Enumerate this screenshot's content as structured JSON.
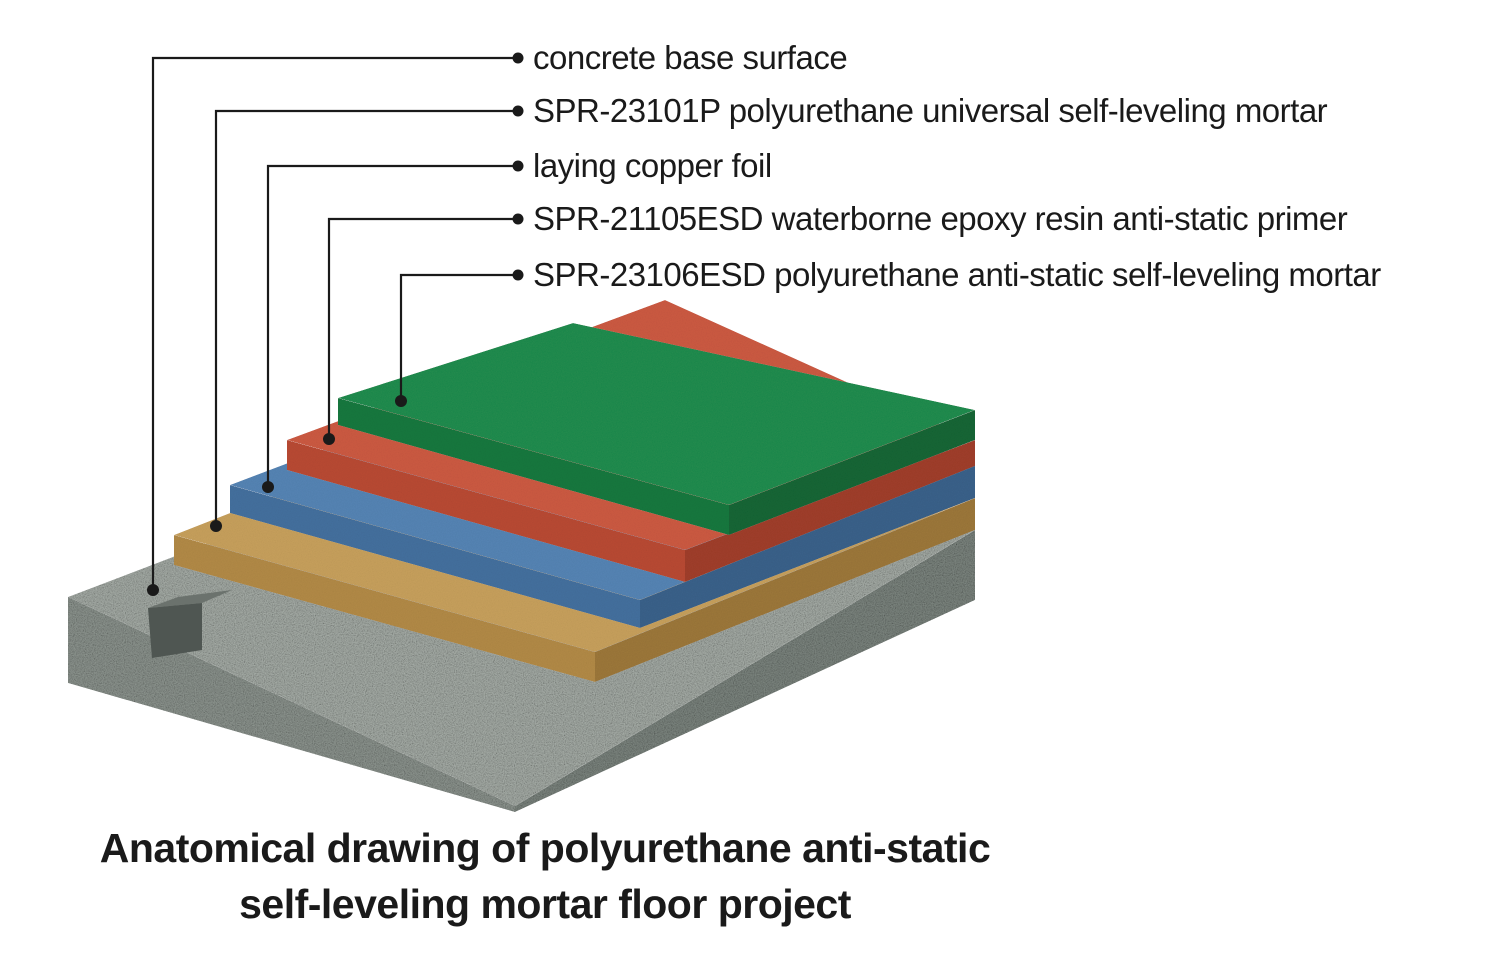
{
  "diagram": {
    "labels": [
      "concrete base surface",
      "SPR-23101P polyurethane universal self-leveling mortar",
      "laying copper foil",
      "SPR-21105ESD waterborne epoxy resin anti-static primer",
      "SPR-23106ESD polyurethane anti-static self-leveling mortar"
    ],
    "title_lines": [
      "Anatomical drawing of polyurethane anti-static",
      "self-leveling mortar floor project"
    ],
    "layer_colors": {
      "concrete": "#9aa39c",
      "mortar_base": "#c39a55",
      "copper_foil": "#4f7bab",
      "primer": "#c5533d",
      "top_coat": "#1f8a4c",
      "leader_line": "#1a1a1a"
    }
  }
}
